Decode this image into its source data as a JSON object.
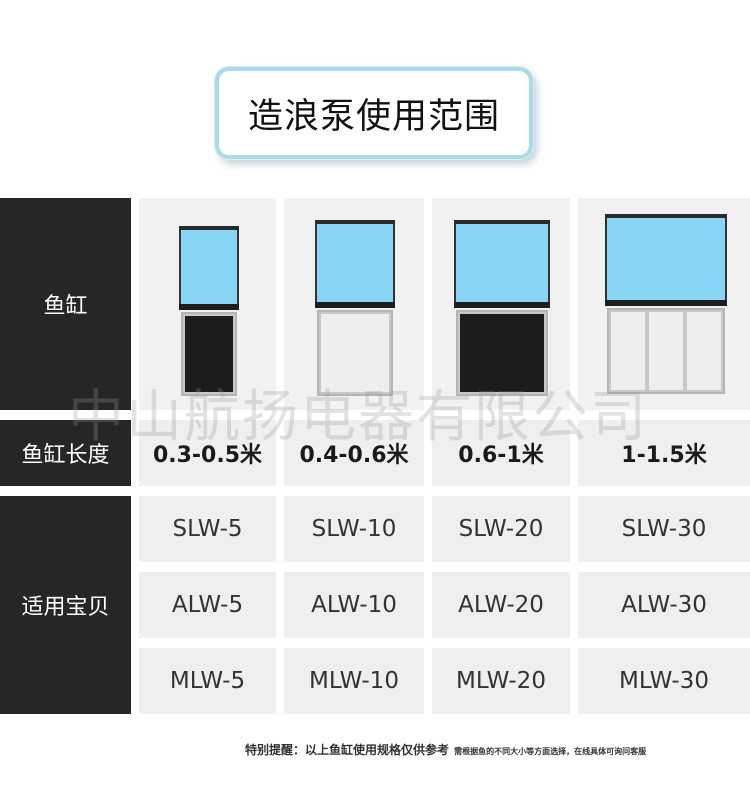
{
  "title": "造浪泵使用范围",
  "rows": {
    "tank_label": "鱼缸",
    "length_label": "鱼缸长度",
    "models_label": "适用宝贝"
  },
  "lengths": [
    "0.3-0.5米",
    "0.4-0.6米",
    "0.6-1米",
    "1-1.5米"
  ],
  "models": {
    "slw": [
      "SLW-5",
      "SLW-10",
      "SLW-20",
      "SLW-30"
    ],
    "alw": [
      "ALW-5",
      "ALW-10",
      "ALW-20",
      "ALW-30"
    ],
    "mlw": [
      "MLW-5",
      "MLW-10",
      "MLW-20",
      "MLW-30"
    ]
  },
  "watermark": "中山航扬电器有限公司",
  "footer": {
    "main": "特别提醒：以上鱼缸使用规格仅供参考",
    "small": "需根据鱼的不同大小等方面选择，在线具体可询问客服"
  },
  "colors": {
    "water": "#88d4f4",
    "side_panel": "#262626",
    "cell": "#efefef",
    "title_border": "#a9dbea"
  }
}
